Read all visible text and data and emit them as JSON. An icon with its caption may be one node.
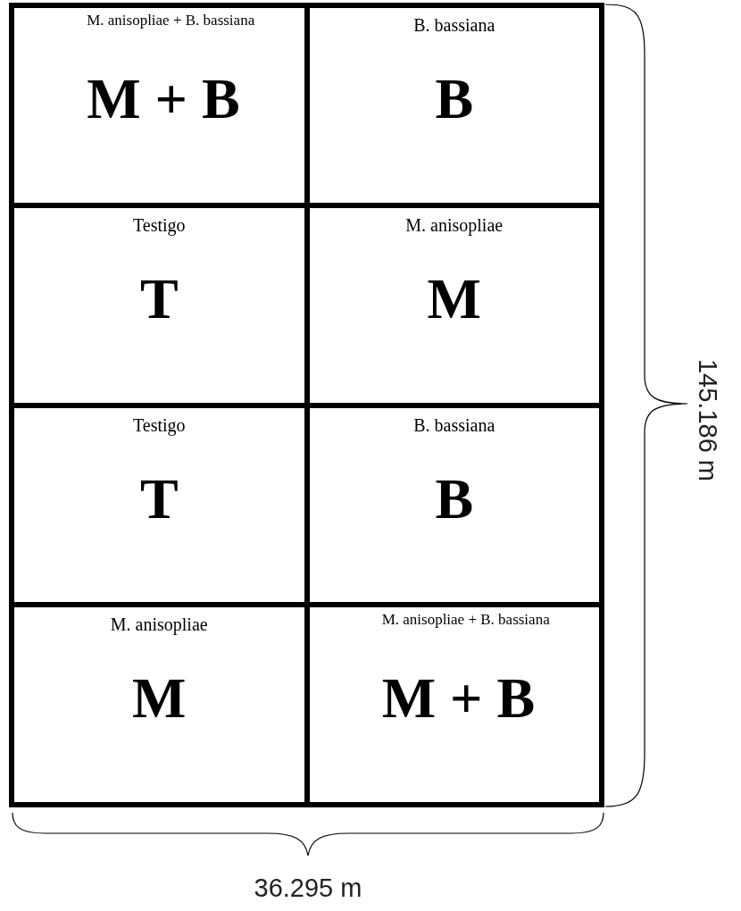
{
  "diagram": {
    "nodes": [
      {
        "text": [
          "M. anisopliae + B. bassiana",
          "M + B"
        ]
      },
      {
        "text": [
          "B. bassiana",
          "B"
        ]
      },
      {
        "text": [
          "Testigo",
          "T"
        ]
      },
      {
        "text": [
          "M. anisopliae",
          "M"
        ]
      },
      {
        "text": [
          "Testigo",
          "T"
        ]
      },
      {
        "text": [
          "B. bassiana",
          "B"
        ]
      },
      {
        "text": [
          "M. anisopliae",
          "M"
        ]
      },
      {
        "text": [
          "M. anisopliae + B. bassiana",
          "M + B"
        ]
      }
    ],
    "labels": [
      "145.186 m",
      "36.295 m"
    ]
  }
}
